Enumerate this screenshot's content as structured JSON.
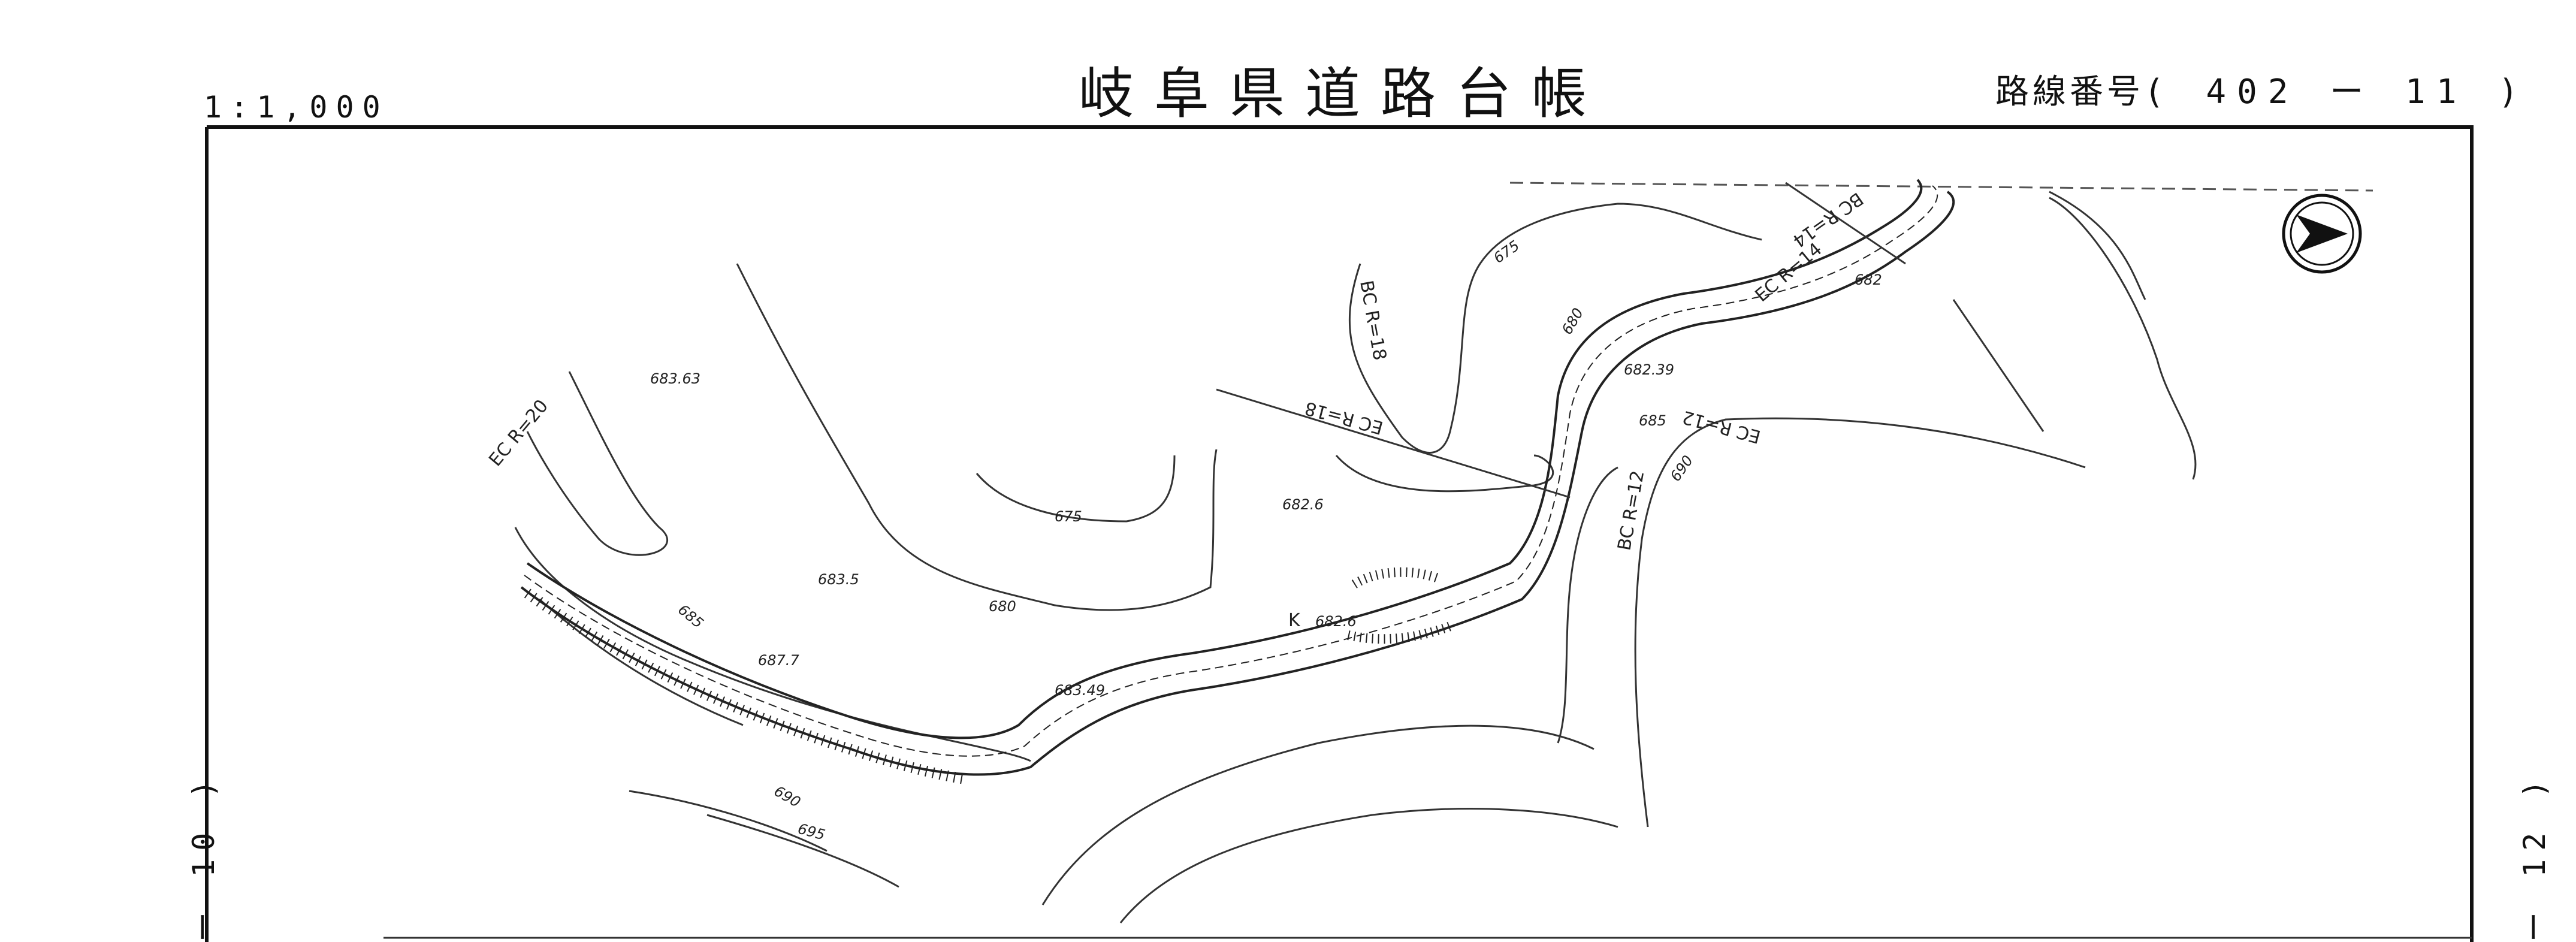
{
  "sheet": {
    "title": "岐阜県道路台帳",
    "scale": "1:1,000",
    "route_label": "路線番号",
    "route_number": "( 402 ー 11 )",
    "left_adjacent": "ー 10 )",
    "right_adjacent": "ー 12 )"
  },
  "map": {
    "north_arrow_icon": "north-arrow-circle",
    "contour_labels": [
      {
        "name": "contour-675-a",
        "text": "675"
      },
      {
        "name": "contour-675-b",
        "text": "675"
      },
      {
        "name": "contour-680-a",
        "text": "680"
      },
      {
        "name": "contour-680-b",
        "text": "680"
      },
      {
        "name": "contour-685-a",
        "text": "685"
      },
      {
        "name": "contour-685-b",
        "text": "685"
      },
      {
        "name": "contour-690-a",
        "text": "690"
      },
      {
        "name": "contour-690-b",
        "text": "690"
      },
      {
        "name": "contour-695",
        "text": "695"
      }
    ],
    "elevation_labels": [
      {
        "name": "elev-683-63",
        "text": "683.63"
      },
      {
        "name": "elev-683-5",
        "text": "683.5"
      },
      {
        "name": "elev-687-7",
        "text": "687.7"
      },
      {
        "name": "elev-683-49",
        "text": "683.49"
      },
      {
        "name": "elev-682-6",
        "text": "682.6"
      },
      {
        "name": "elev-682-6-k",
        "text": "682.6"
      },
      {
        "name": "elev-682-39",
        "text": "682.39"
      },
      {
        "name": "elev-682",
        "text": "682"
      }
    ],
    "curve_labels": [
      {
        "name": "curve-ec-r20",
        "text": "EC R=20"
      },
      {
        "name": "curve-bc-r18",
        "text": "BC R=18"
      },
      {
        "name": "curve-ec-r18",
        "text": "EC R=18"
      },
      {
        "name": "curve-ec-r14",
        "text": "EC R=14"
      },
      {
        "name": "curve-bc-r14",
        "text": "BC R=14"
      },
      {
        "name": "curve-bc-r12",
        "text": "BC R=12"
      },
      {
        "name": "curve-ec-r12",
        "text": "EC R=12"
      }
    ],
    "point_marker": "K"
  }
}
